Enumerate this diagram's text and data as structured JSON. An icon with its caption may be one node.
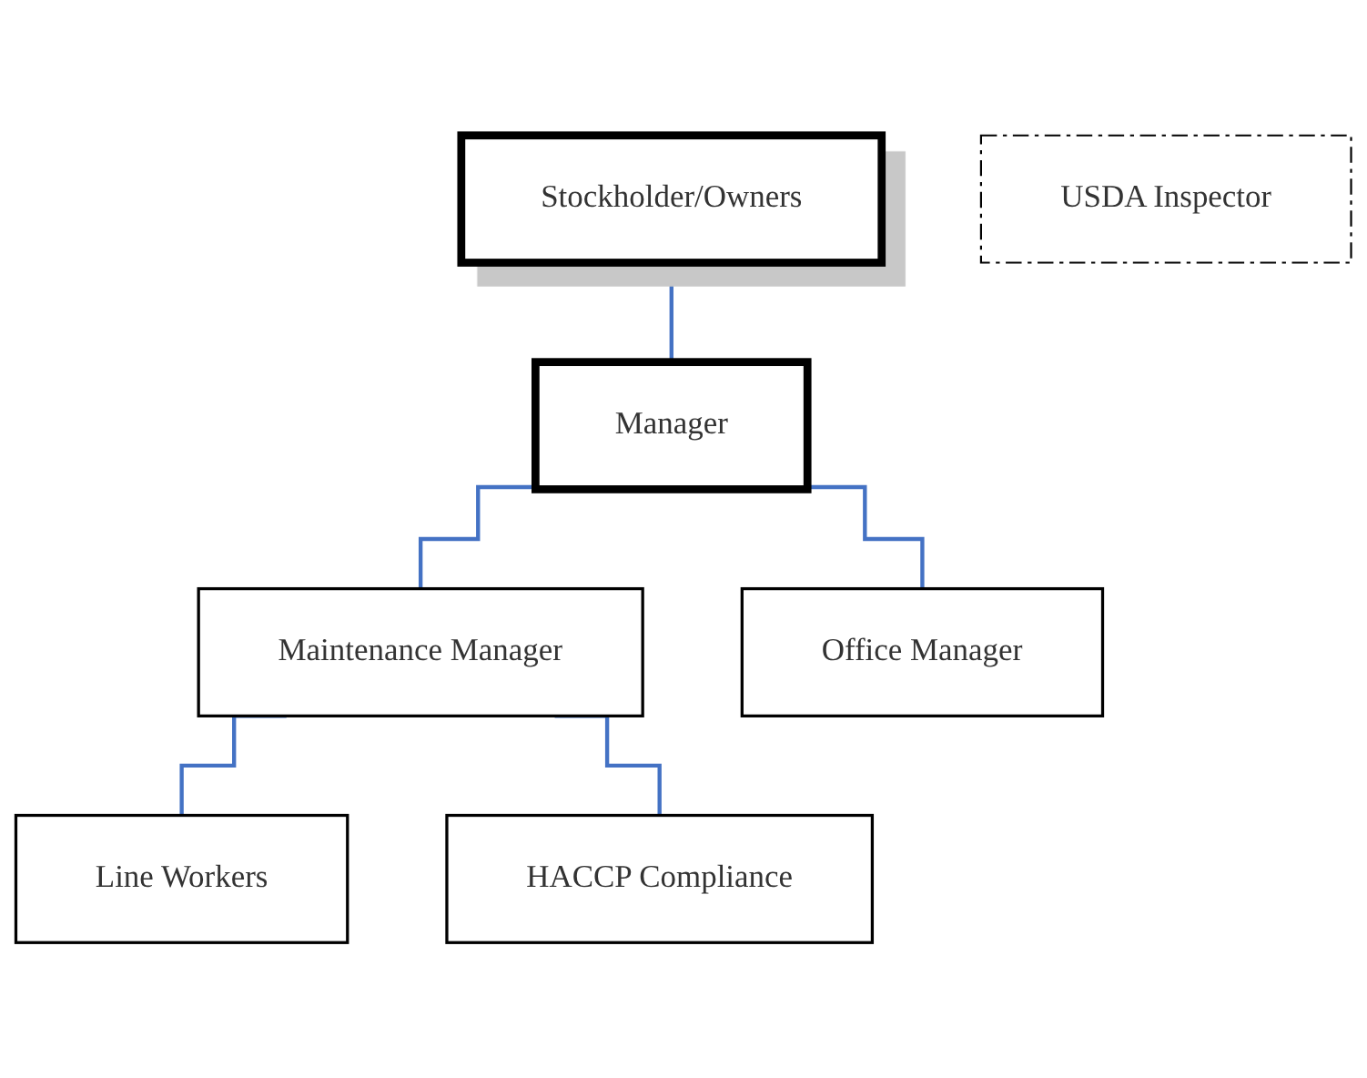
{
  "diagram": {
    "nodes": [
      {
        "text": [
          "Stockholder/Owners"
        ]
      },
      {
        "text": [
          "USDA Inspector"
        ]
      },
      {
        "text": [
          "Manager"
        ]
      },
      {
        "text": [
          "Maintenance Manager"
        ]
      },
      {
        "text": [
          "Office Manager"
        ]
      },
      {
        "text": [
          "Line Workers"
        ]
      },
      {
        "text": [
          "HACCP Compliance"
        ]
      }
    ],
    "edges": [
      {
        "from": 0,
        "to": 2,
        "arrow": "none"
      },
      {
        "from": 2,
        "to": 3,
        "arrow": "none"
      },
      {
        "from": 2,
        "to": 4,
        "arrow": "none"
      },
      {
        "from": 3,
        "to": 5,
        "arrow": "none"
      },
      {
        "from": 3,
        "to": 6,
        "arrow": "none"
      }
    ]
  }
}
